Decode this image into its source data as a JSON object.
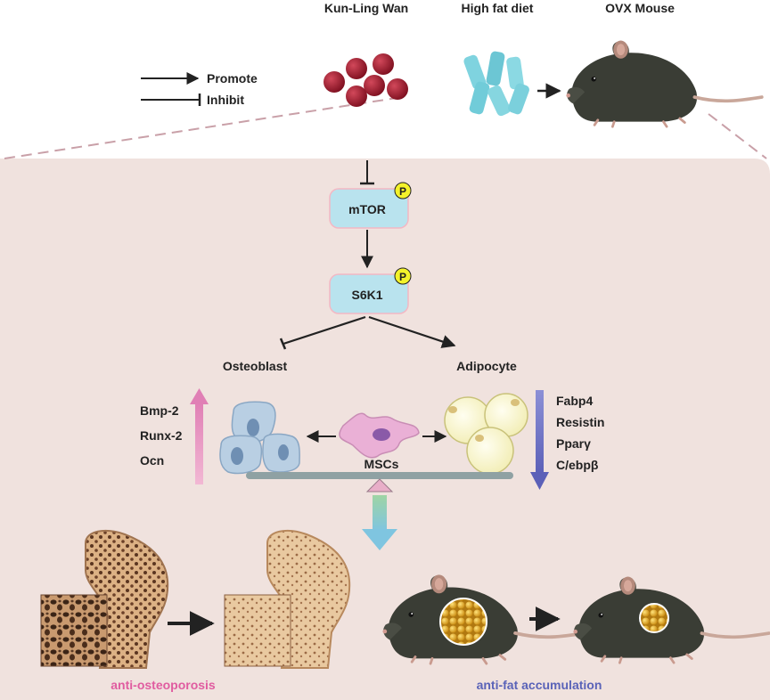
{
  "header": {
    "kun_ling_wan": "Kun-Ling Wan",
    "high_fat_diet": "High fat diet",
    "ovx_mouse": "OVX Mouse"
  },
  "legend": {
    "promote": "Promote",
    "inhibit": "Inhibit"
  },
  "pathway": {
    "mtor": "mTOR",
    "s6k1": "S6K1",
    "phospho": "P"
  },
  "cells": {
    "osteoblast": "Osteoblast",
    "adipocyte": "Adipocyte",
    "mscs": "MSCs"
  },
  "osteo_markers": [
    "Bmp-2",
    "Runx-2",
    "Ocn"
  ],
  "adipo_markers": [
    "Fabp4",
    "Resistin",
    "Pparγ",
    "C/ebpβ"
  ],
  "outcomes": {
    "anti_osteoporosis": "anti-osteoporosis",
    "anti_fat": "anti-fat accumulation"
  },
  "colors": {
    "panel_bg": "#f0e2de",
    "box_fill": "#b9e3ee",
    "phospho": "#f3f22b",
    "pill": "#a3182b",
    "diet": "#7fd3df",
    "mouse": "#3a3d35",
    "osteo_arrow": "#e8a6c6",
    "adipo_arrow": "#6f74c3",
    "anti_osteo_text": "#e05ca0",
    "anti_fat_text": "#5a63b8"
  }
}
